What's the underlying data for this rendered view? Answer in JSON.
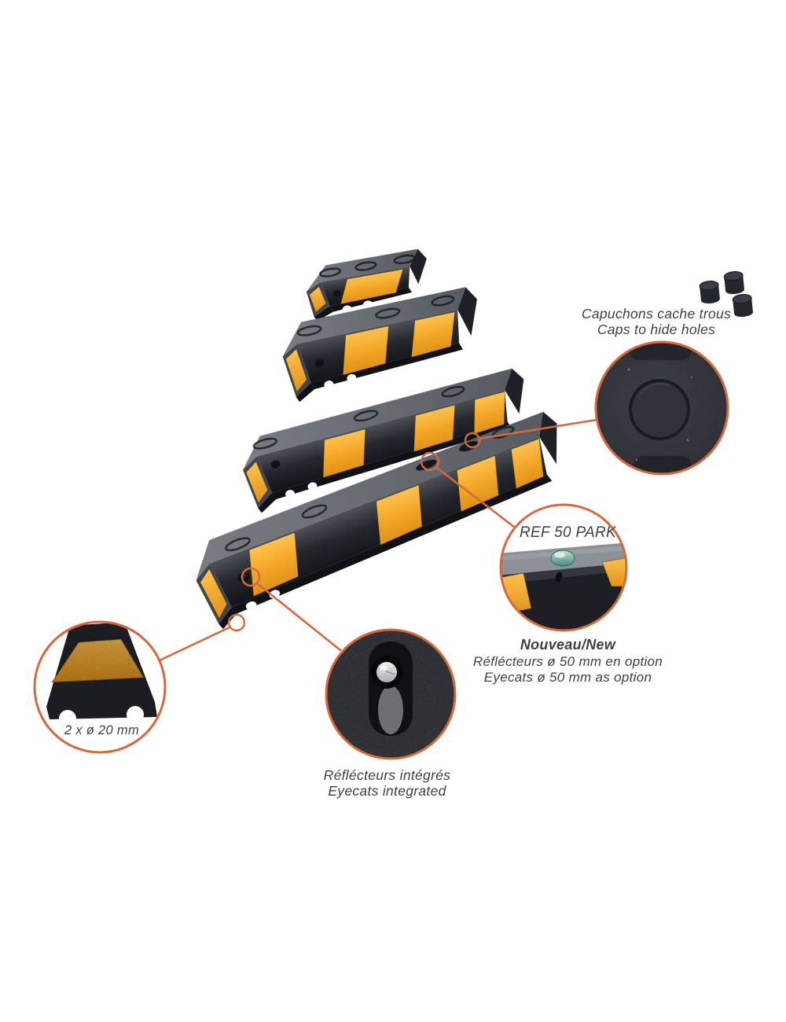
{
  "colors": {
    "accent": "#d4693f",
    "yellow": "#f3a726",
    "yellow_light": "#ffc14e",
    "yellow_dark": "#df921a",
    "eyecat_green": "#55a18c",
    "text": "#3f3f3f"
  },
  "annotations": {
    "caps": {
      "line_fr": "Capuchons cache trous",
      "line_en": "Caps to hide holes"
    },
    "ref_label": "REF 50 PARK",
    "nouveau": {
      "title": "Nouveau/New",
      "line_fr": "Réflécteurs ø 50 mm en option",
      "line_en": "Eyecats ø 50 mm as option"
    },
    "holes_label": "2 x ø 20 mm",
    "reflectors": {
      "line_fr": "Réflécteurs intégrés",
      "line_en": "Eyecats integrated"
    }
  }
}
